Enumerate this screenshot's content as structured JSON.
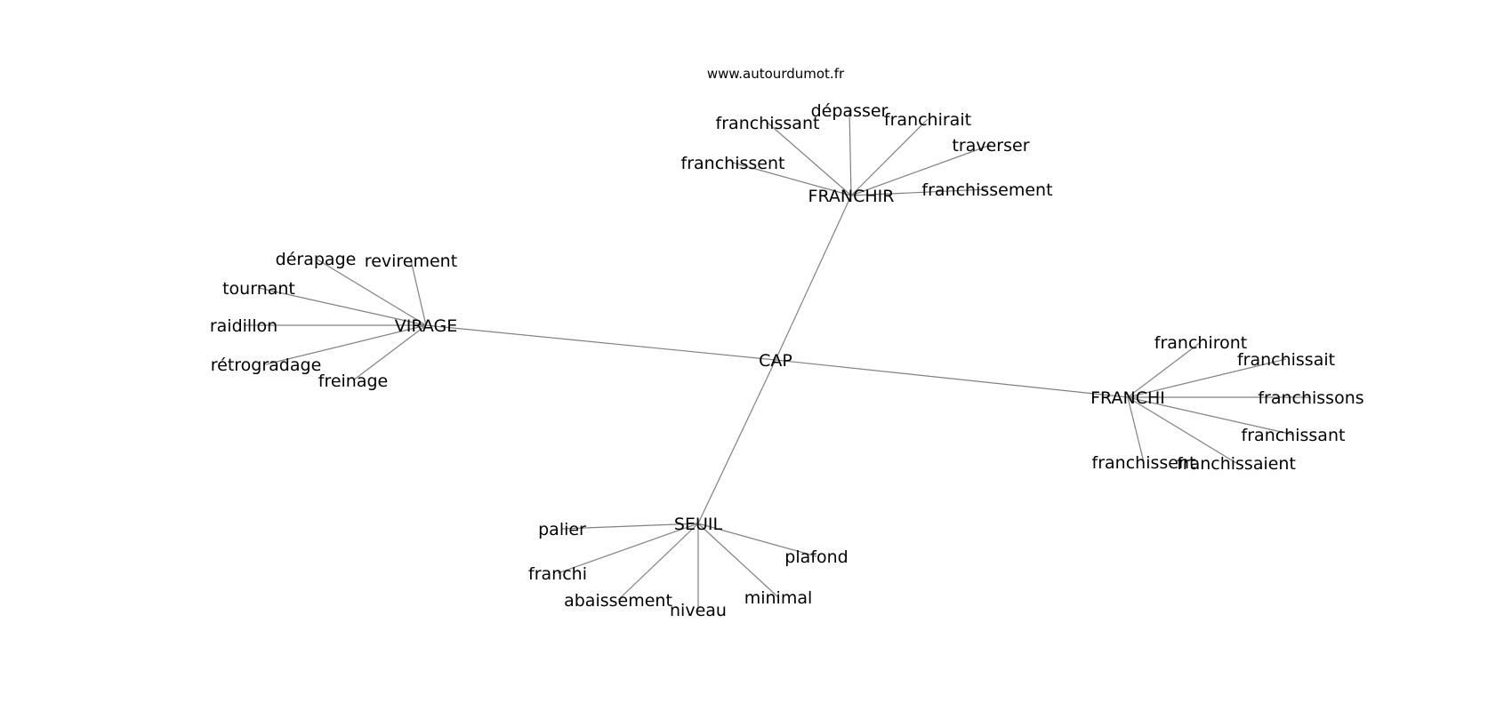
{
  "site": "www.autourdumot.fr",
  "center": "CAP",
  "hubs": [
    {
      "label": "FRANCHIR",
      "words": [
        "franchissant",
        "dépasser",
        "franchirait",
        "traverser",
        "franchissent",
        "franchissement"
      ]
    },
    {
      "label": "VIRAGE",
      "words": [
        "dérapage",
        "revirement",
        "tournant",
        "raidillon",
        "rétrogradage",
        "freinage"
      ]
    },
    {
      "label": "FRANCHI",
      "words": [
        "franchiront",
        "franchissait",
        "franchissons",
        "franchissant",
        "franchissent",
        "franchissaient"
      ]
    },
    {
      "label": "SEUIL",
      "words": [
        "palier",
        "plafond",
        "franchi",
        "abaissement",
        "niveau",
        "minimal"
      ]
    }
  ]
}
